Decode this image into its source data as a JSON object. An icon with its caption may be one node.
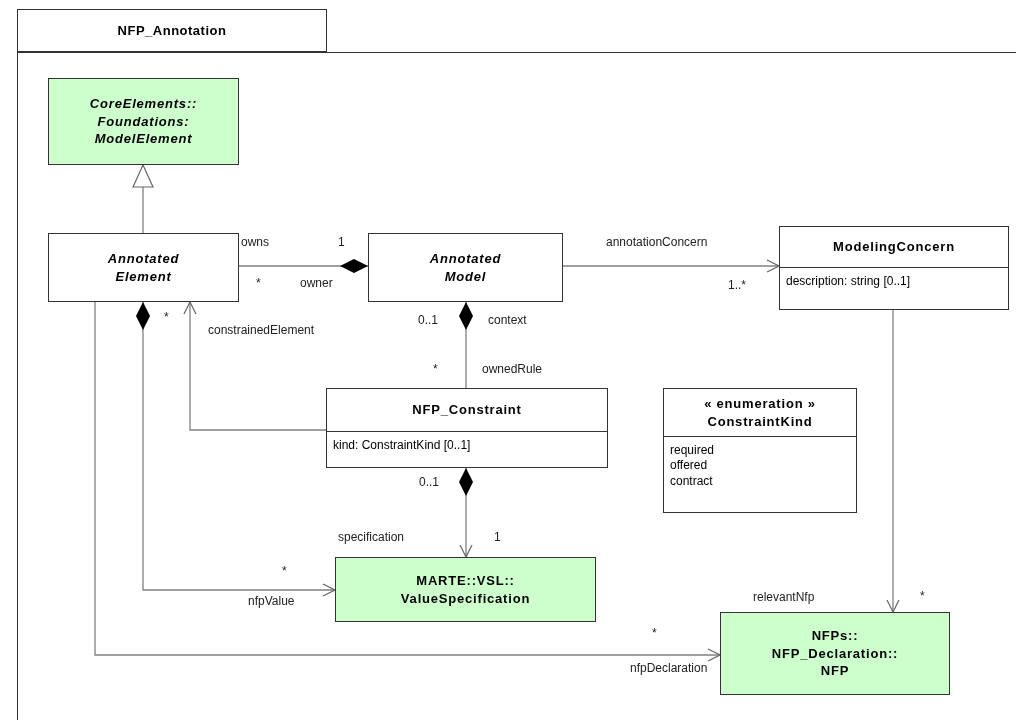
{
  "diagram": {
    "nodes": [
      {
        "text": [
          "NFP_Annotation"
        ]
      },
      {
        "text": [
          "CoreElements:: Foundations: ModelElement"
        ],
        "in": 0
      },
      {
        "text": [
          "Annotated Element"
        ],
        "in": 0
      },
      {
        "text": [
          "Annotated Model"
        ],
        "in": 0
      },
      {
        "text": [
          "ModelingConcern",
          "description: string [0..1]"
        ],
        "in": 0
      },
      {
        "text": [
          "NFP_Constraint",
          "kind: ConstraintKind [0..1]"
        ],
        "in": 0
      },
      {
        "text": [
          "« enumeration »",
          "ConstraintKind",
          "required",
          "offered",
          "contract"
        ],
        "in": 0
      },
      {
        "text": [
          "MARTE::VSL:: ValueSpecification"
        ],
        "in": 0
      },
      {
        "text": [
          "NFPs:: NFP_Declaration:: NFP"
        ],
        "in": 0
      }
    ],
    "edges": [
      {
        "from": 2,
        "to": 1,
        "arrow": "to"
      },
      {
        "from": 2,
        "to": 3,
        "arrow": "other"
      },
      {
        "from": 3,
        "to": 4,
        "arrow": "to"
      },
      {
        "from": 5,
        "to": 2,
        "arrow": "to"
      },
      {
        "from": 5,
        "to": 3,
        "arrow": "other"
      },
      {
        "from": 5,
        "to": 7,
        "arrow": "to"
      },
      {
        "from": 2,
        "to": 7,
        "arrow": "to"
      },
      {
        "from": 2,
        "to": 8,
        "arrow": "to"
      },
      {
        "from": 4,
        "to": 8,
        "arrow": "to"
      }
    ],
    "labels": [
      "owns",
      "1",
      "*",
      "owner",
      "annotationConcern",
      "1..*",
      "*",
      "constrainedElement",
      "0..1",
      "context",
      "*",
      "ownedRule",
      "0..1",
      "specification",
      "1",
      "relevantNfp",
      "*",
      "*",
      "nfpValue",
      "*",
      "nfpDeclaration"
    ]
  }
}
